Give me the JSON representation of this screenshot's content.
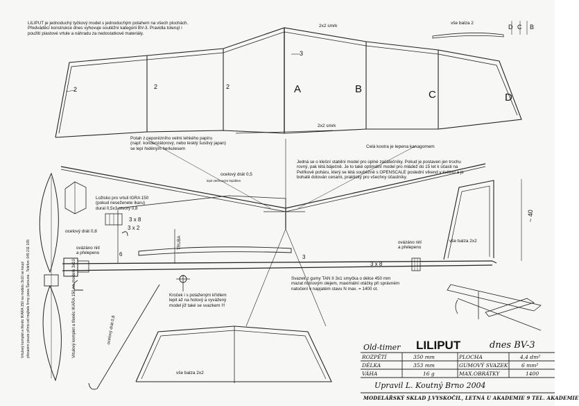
{
  "header_note": "LILIPUT je jednoduchý tyčkový model s jednoduchým potahem na všech plochách.\nPředváděcí konstrukce dnes vyhovuje soutěžní kategorii BV-3. Pravidla tolerují i\npoužití plastové vrtule a náhradu za nedostatkové materiály.",
  "wing": {
    "spar_top": "2x2 smrk",
    "spar_bottom": "2x2 smrk",
    "dim_rib": "3",
    "dim_tip": "2",
    "dim_2a": "2",
    "dim_2b": "2",
    "sections": [
      "A",
      "B",
      "C",
      "D"
    ],
    "rib_label": "vše balza 2",
    "rib_sections": [
      "D",
      "C",
      "B"
    ]
  },
  "covering_note": "Potah z neporézního velmi lehkého papíru\n(např. kondenzátorový, nebo lesklý šustivý japan)\nse lepí ředěným herkulesem",
  "frame_note": "Celá kostra je lepena kanagomem",
  "wire_note": "ocelový drát 0,5",
  "wire_note_small": "lepit vteřinovým lepidlem",
  "description": "Jedná se o klešní stabilní model pro úplné začátečníky. Pokud je postaven jen trochu\nrovný, pak létá báječně. Je to také optimální model pro mládež do 15 let k účasti na\nPetřkově poháru, který se létá souběžně s OPENSCALE poslední víkend v květnu a je\nbohatě dotován cenami, prakticky pro všechny účastníky.",
  "bearing_note": "Ložisko pro vrtuli IGRA 150\n(pokud neseženete lkaru)\ndural 0,5x3  otvory 0,8",
  "fuselage": {
    "stick_dim": "3 x 8",
    "stick_dim2": "3 x 2",
    "steel_wire": "ocelový drát 0,8",
    "tied_glued": "ovázáno nití\na přelepeno",
    "tied_glued_tail": "ovázáno nití\na přelepeno",
    "motor_stick": "3 x 8",
    "hook_wire": "ocelový drát 0,8",
    "vertical": "TRUBA",
    "fin_label": "vše balza 2x2",
    "height_dim": "~ 40",
    "dim_6": "6",
    "dim_3": "3"
  },
  "motor_note": "Svazek z gumy TAN II  3x1  smyčka o délce 450 mm\nmazat ricinovým olejem, maximální otáčky při správném\nnatočení v napjatém stavu   N max. = 1400 ot.",
  "wing_mount_note": "Kroček i s potaženým křídlem\nlepit až na hotový a vyvážený\nmodel již také se svazkem !!!",
  "stab_label": "vše balza 2x2",
  "side_vertical_text": "Vrtulový komplet a třeněc  IKARA 150 na modelu 3x10",
  "side_vertical_text_2": "Vrtulový komplet a třeněc  IKARA 150 na modelu 3x10 se koupí",
  "side_vertical_text_3": "přesanim pouze přímo od majitele firmy pana Šarouna , Telefon:   045 211 165",
  "title_block": {
    "category": "Old-timer",
    "name": "LILIPUT",
    "today": "dnes BV-3",
    "span_label": "ROZPĚTÍ",
    "span_value": "350 mm",
    "length_label": "DÉLKA",
    "length_value": "353 mm",
    "weight_label": "VÁHA",
    "weight_value": "16 g",
    "area_label": "PLOCHA",
    "area_value": "4,4 dm²",
    "rubber_label": "GUMOVÝ SVAZEK",
    "rubber_value": "6 mm²",
    "revs_label": "MAX.OBRÁTKY",
    "revs_value": "1400",
    "adapted_by": "Upravil L. Koutný Brno 2004",
    "footer": "MODELÁŘSKÝ SKLAD J.VYSKOČIL, LETNÁ U AKADEMIE 9 TEL. AKADEMIE"
  }
}
